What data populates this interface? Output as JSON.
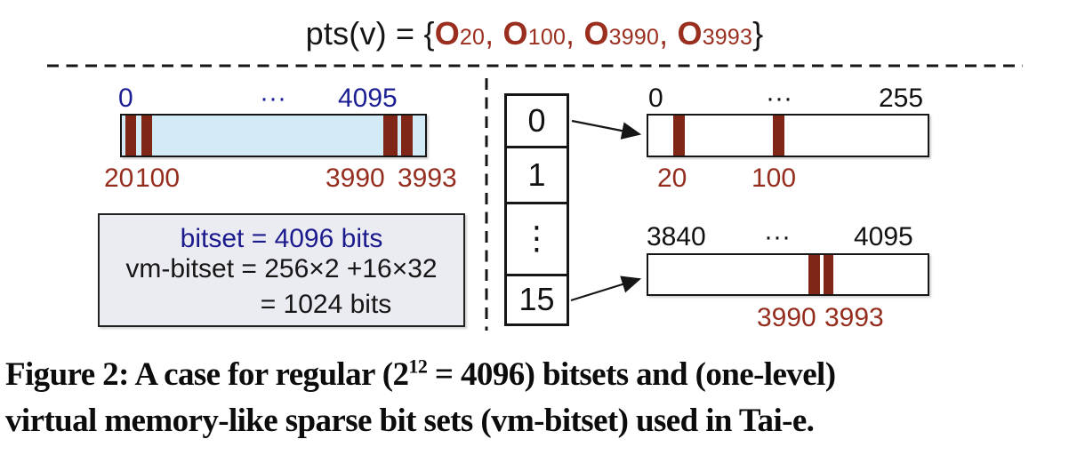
{
  "colors": {
    "text_red": "#952d1e",
    "stripe_red": "#7f2616",
    "label_blue": "#1c1f93",
    "formula_red": "#9a2f1f",
    "bar_fill_blue": "#d2ebf6",
    "box_fill_gray": "#ebebf2"
  },
  "formula": {
    "prefix": "pts(v) = {",
    "separator": ", ",
    "suffix": "}",
    "items": [
      {
        "base": "O",
        "sub": "20"
      },
      {
        "base": "O",
        "sub": "100"
      },
      {
        "base": "O",
        "sub": "3990"
      },
      {
        "base": "O",
        "sub": "3993"
      }
    ]
  },
  "regular_bitset": {
    "label_start": "0",
    "label_dots": "···",
    "label_end": "4095",
    "set_bits": [
      "20",
      "100",
      "3990",
      "3993"
    ]
  },
  "info_box": {
    "line1": "bitset = 4096 bits",
    "line2": "vm-bitset = 256×2 +16×32",
    "line3": "= 1024 bits"
  },
  "page_table": {
    "rows": [
      "0",
      "1",
      "⋮",
      "15"
    ]
  },
  "page0_bitset": {
    "label_start": "0",
    "label_dots": "···",
    "label_end": "255",
    "set_bits": [
      "20",
      "100"
    ]
  },
  "page15_bitset": {
    "label_start": "3840",
    "label_dots": "···",
    "label_end": "4095",
    "set_bits": [
      "3990",
      "3993"
    ]
  },
  "caption": {
    "line1_pre": "Figure 2: A case for regular (2",
    "line1_sup": "12",
    "line1_post": " = 4096) bitsets and (one-level)",
    "line2": "virtual memory-like sparse bit sets (vm-bitset) used in Tai-e."
  }
}
